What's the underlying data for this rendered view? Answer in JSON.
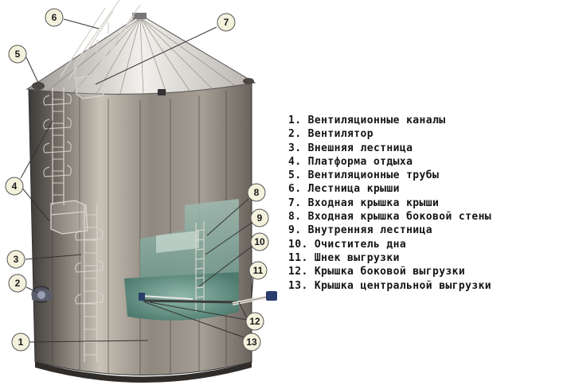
{
  "legend": [
    "1. Вентиляционные каналы",
    "2. Вентилятор",
    "3. Внешняя лестница",
    "4. Платформа отдыха",
    "5. Вентиляционные трубы",
    "6. Лестница крыши",
    "7. Входная крышка крыши",
    "8. Входная крышка боковой стены",
    "9. Внутренняя лестница",
    "10. Очиститель дна",
    "11. Шнек выгрузки",
    "12. Крышка боковой выгрузки",
    "13. Крышка центральной выгрузки"
  ],
  "callouts": [
    "1",
    "2",
    "3",
    "4",
    "5",
    "6",
    "7",
    "8",
    "9",
    "10",
    "11",
    "12",
    "13"
  ],
  "colors": {
    "callout_fill": "#f4f1dc",
    "callout_stroke": "#555555",
    "leader": "#333333",
    "steel_dark": "#4a4744",
    "steel_light": "#cfc9c0",
    "floor": "#6f9c8f"
  }
}
